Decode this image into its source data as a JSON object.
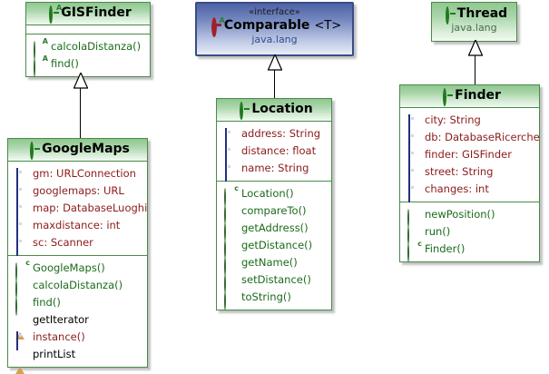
{
  "diagram": {
    "type": "uml-class-diagram",
    "classes": [
      {
        "id": "gisfinder",
        "name": "GISFinder",
        "stereotype": "",
        "package": "",
        "icon": "abstract-class-icon",
        "theme": "green",
        "attributes": [],
        "methods": [
          {
            "label": "calcolaDistanza()",
            "icon": "public-abstract-method-icon",
            "kind": "method"
          },
          {
            "label": "find()",
            "icon": "public-abstract-method-icon",
            "kind": "method"
          }
        ]
      },
      {
        "id": "googlemaps",
        "name": "GoogleMaps",
        "stereotype": "",
        "package": "",
        "icon": "class-icon",
        "theme": "green",
        "attributes": [
          {
            "label": "gm: URLConnection",
            "icon": "private-field-icon"
          },
          {
            "label": "googlemaps: URL",
            "icon": "private-field-icon"
          },
          {
            "label": "map: DatabaseLuoghi",
            "icon": "private-field-icon"
          },
          {
            "label": "maxdistance: int",
            "icon": "private-field-icon"
          },
          {
            "label": "sc: Scanner",
            "icon": "private-field-icon"
          }
        ],
        "methods": [
          {
            "label": "GoogleMaps()",
            "icon": "public-constructor-icon",
            "kind": "constructor"
          },
          {
            "label": "calcolaDistanza()",
            "icon": "public-method-icon",
            "kind": "method"
          },
          {
            "label": "find()",
            "icon": "public-method-icon",
            "kind": "method"
          },
          {
            "label": "getIterator",
            "icon": "protected-method-icon",
            "kind": "method"
          },
          {
            "label": "instance()",
            "icon": "private-method-icon",
            "kind": "method"
          },
          {
            "label": "printList",
            "icon": "protected-method-icon",
            "kind": "method"
          }
        ]
      },
      {
        "id": "comparable",
        "name": "Comparable",
        "generic": "<T>",
        "stereotype": "«interface»",
        "package": "java.lang",
        "icon": "interface-icon",
        "theme": "blue",
        "attributes": [],
        "methods": []
      },
      {
        "id": "location",
        "name": "Location",
        "stereotype": "",
        "package": "",
        "icon": "class-icon",
        "theme": "green",
        "attributes": [
          {
            "label": "address: String",
            "icon": "private-field-icon"
          },
          {
            "label": "distance: float",
            "icon": "private-field-icon"
          },
          {
            "label": "name: String",
            "icon": "private-field-icon"
          }
        ],
        "methods": [
          {
            "label": "Location()",
            "icon": "public-constructor-icon",
            "kind": "constructor"
          },
          {
            "label": "compareTo()",
            "icon": "public-method-icon",
            "kind": "method"
          },
          {
            "label": "getAddress()",
            "icon": "public-method-icon",
            "kind": "method"
          },
          {
            "label": "getDistance()",
            "icon": "public-method-icon",
            "kind": "method"
          },
          {
            "label": "getName()",
            "icon": "public-method-icon",
            "kind": "method"
          },
          {
            "label": "setDistance()",
            "icon": "public-method-icon",
            "kind": "method"
          },
          {
            "label": "toString()",
            "icon": "public-method-icon",
            "kind": "method"
          }
        ]
      },
      {
        "id": "thread",
        "name": "Thread",
        "stereotype": "",
        "package": "java.lang",
        "icon": "class-icon",
        "theme": "green",
        "attributes": [],
        "methods": []
      },
      {
        "id": "finder",
        "name": "Finder",
        "stereotype": "",
        "package": "",
        "icon": "class-icon",
        "theme": "green",
        "attributes": [
          {
            "label": "city: String",
            "icon": "private-field-icon"
          },
          {
            "label": "db: DatabaseRicerche",
            "icon": "private-field-icon"
          },
          {
            "label": "finder: GISFinder",
            "icon": "private-field-icon"
          },
          {
            "label": "street: String",
            "icon": "private-field-icon"
          },
          {
            "label": "changes: int",
            "icon": "private-field-icon"
          }
        ],
        "methods": [
          {
            "label": "newPosition()",
            "icon": "public-method-icon",
            "kind": "method"
          },
          {
            "label": "run()",
            "icon": "public-method-icon",
            "kind": "method"
          },
          {
            "label": "Finder()",
            "icon": "public-constructor-icon",
            "kind": "constructor"
          }
        ]
      }
    ],
    "relationships": [
      {
        "type": "generalization",
        "from": "googlemaps",
        "to": "gisfinder"
      },
      {
        "type": "generalization",
        "from": "location",
        "to": "comparable"
      },
      {
        "type": "generalization",
        "from": "finder",
        "to": "thread"
      }
    ],
    "colors": {
      "class_border": "#4a8a4a",
      "class_header": "#a9d5a9",
      "interface_border": "#3b4c86",
      "interface_header": "#7185bd",
      "attribute_text": "#8b1a1a",
      "method_text": "#1a6b1a",
      "package_text": "#4a6a4a"
    }
  }
}
